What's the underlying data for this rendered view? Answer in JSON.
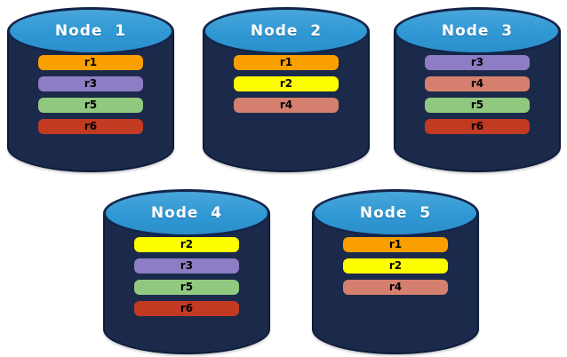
{
  "diagram": {
    "description": "Five database node cylinders showing replica placement",
    "replica_colors": {
      "r1": "#F9A000",
      "r2": "#FCFE00",
      "r3": "#8C7DC4",
      "r4": "#D5806E",
      "r5": "#90C87F",
      "r6": "#C23A22"
    },
    "nodes": [
      {
        "label": "Node  1",
        "replicas": [
          "r1",
          "r3",
          "r5",
          "r6"
        ]
      },
      {
        "label": "Node  2",
        "replicas": [
          "r1",
          "r2",
          "r4"
        ]
      },
      {
        "label": "Node  3",
        "replicas": [
          "r3",
          "r4",
          "r5",
          "r6"
        ]
      },
      {
        "label": "Node  4",
        "replicas": [
          "r2",
          "r3",
          "r5",
          "r6"
        ]
      },
      {
        "label": "Node  5",
        "replicas": [
          "r1",
          "r2",
          "r4"
        ]
      }
    ],
    "colors": {
      "background": "#FFFFFF",
      "cylinder_body": "#1B2A4A",
      "cylinder_body_border": "#0D1C3A",
      "cylinder_top": "#2F98D4",
      "cylinder_top_border": "#13254A",
      "node_label_text": "#FFFFFF",
      "bar_text": "#000000"
    }
  }
}
